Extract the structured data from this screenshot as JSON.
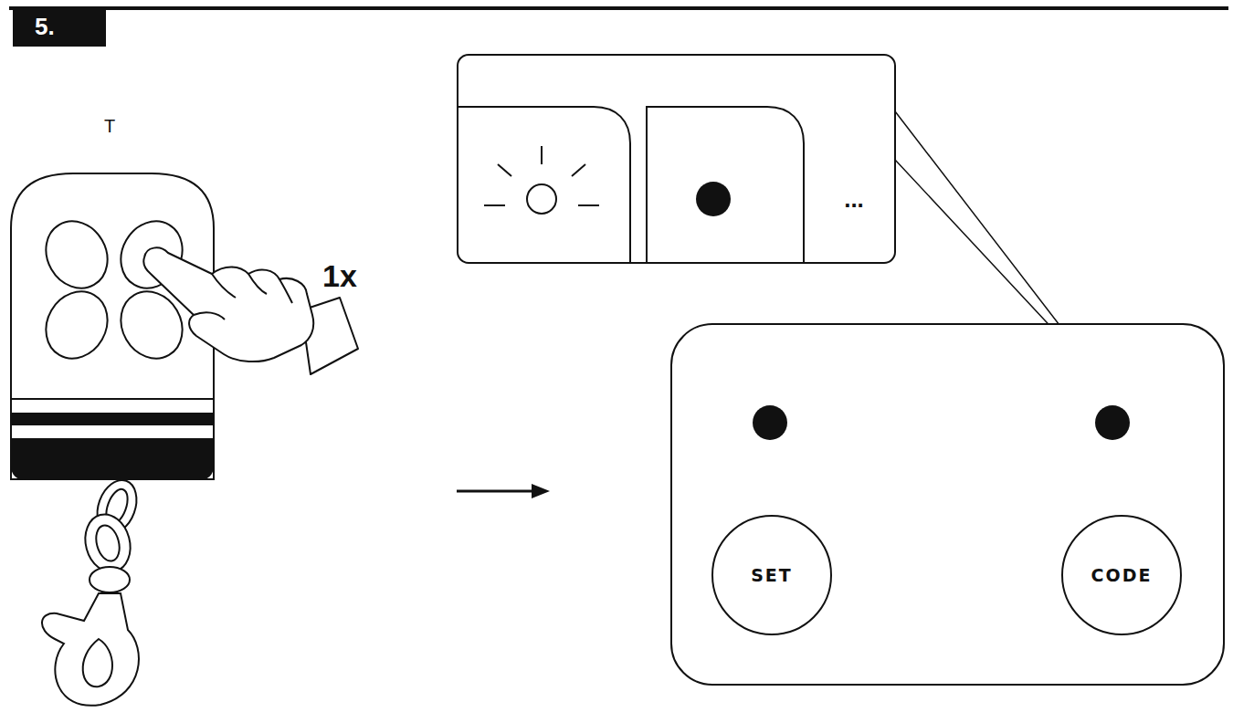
{
  "diagram": {
    "title": "5.",
    "nodes": [
      {
        "text": [
          "SET"
        ]
      },
      {
        "text": [
          "CODE"
        ]
      }
    ],
    "labels": [
      "T",
      "1x",
      "..."
    ]
  }
}
